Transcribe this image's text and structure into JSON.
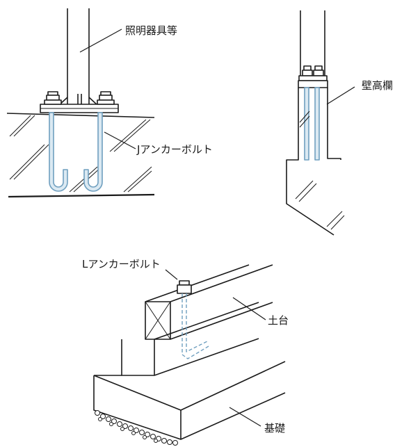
{
  "figure_1": {
    "label_fixture": "照明器具等",
    "label_j_bolt": "Jアンカーボルト"
  },
  "figure_2": {
    "label_parapet": "壁高欄"
  },
  "figure_3": {
    "label_l_bolt": "Lアンカーボルト",
    "label_sill": "土台",
    "label_foundation": "基礎"
  },
  "colors": {
    "line": "#1a1a1a",
    "bolt_fill": "#dbe9f2",
    "bolt_stroke": "#6f9fbf"
  }
}
